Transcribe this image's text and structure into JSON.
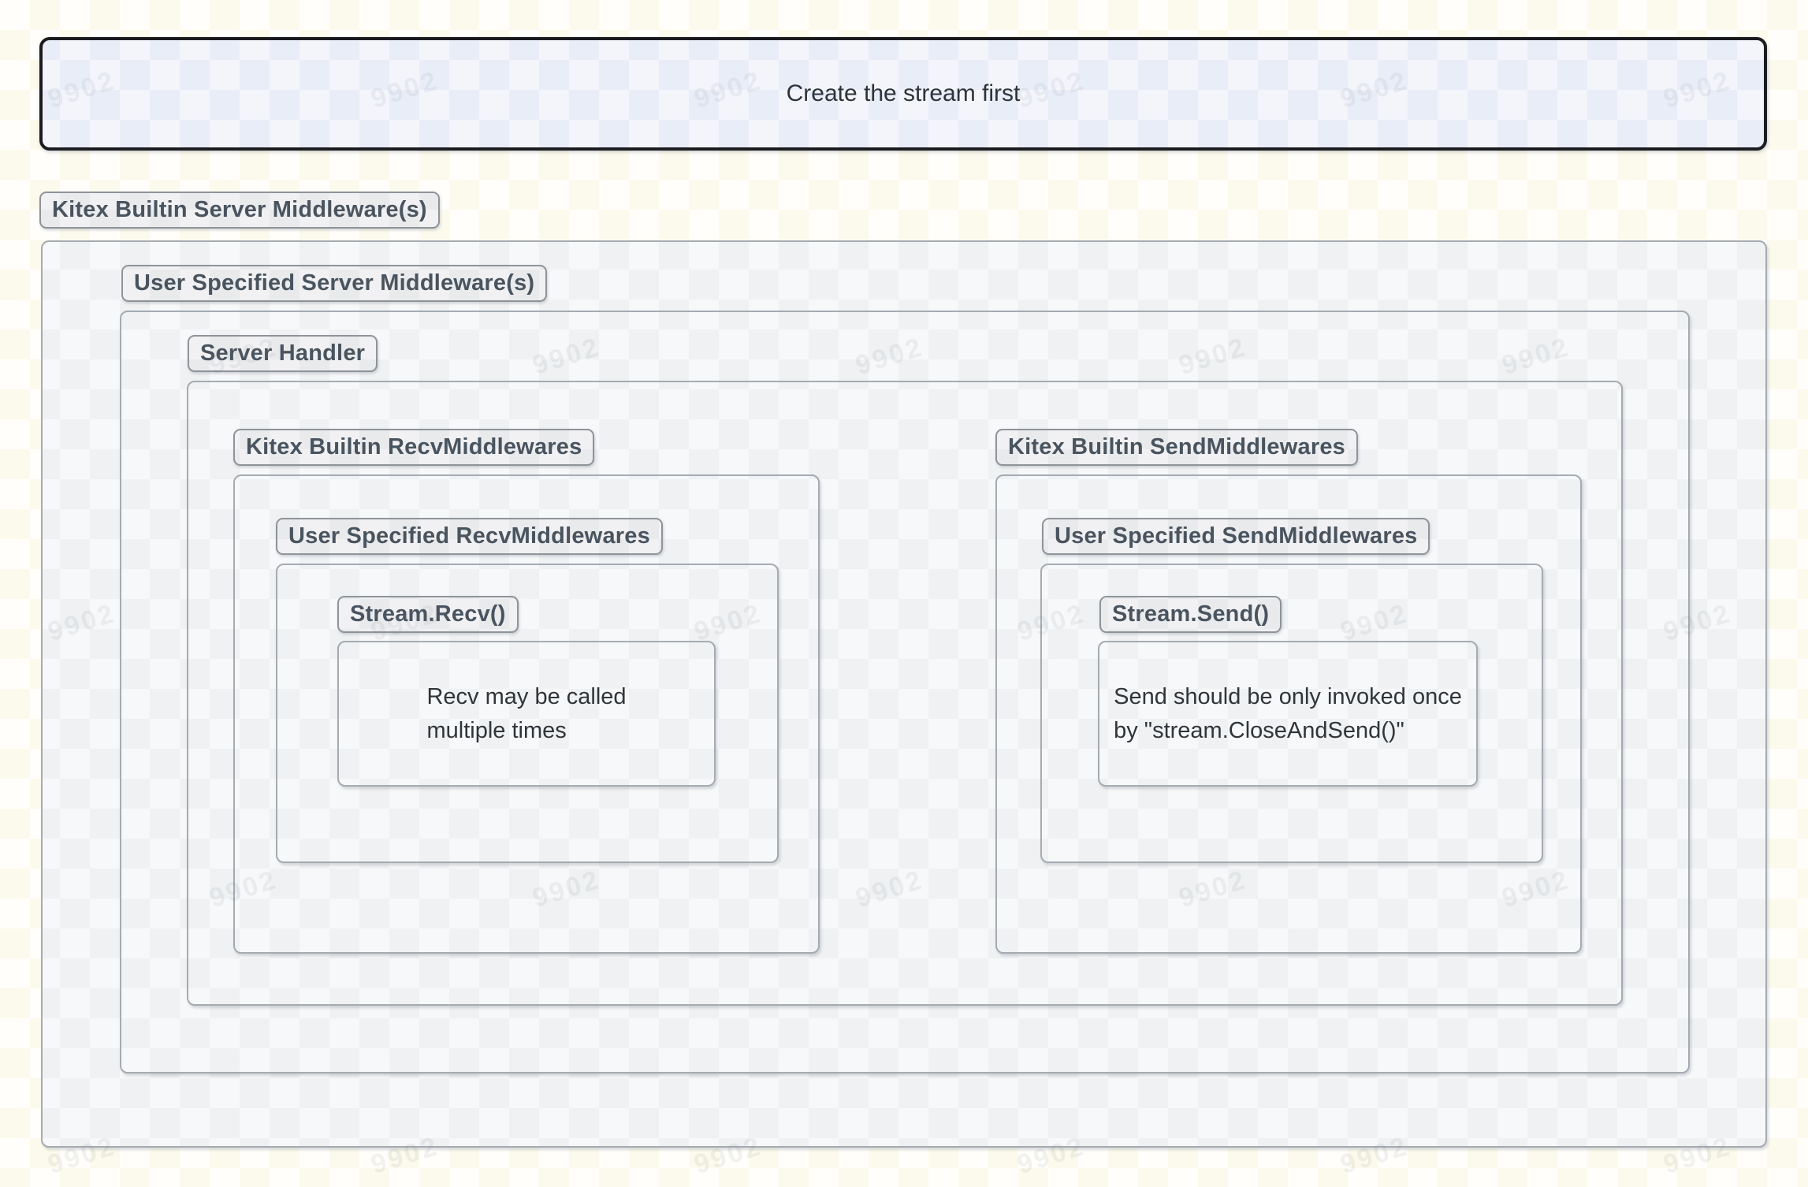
{
  "banner": {
    "label": "Create the stream first"
  },
  "layers": {
    "builtin_server": {
      "label": "Kitex Builtin Server Middleware(s)"
    },
    "user_server": {
      "label": "User Specified Server Middleware(s)"
    },
    "server_handler": {
      "label": "Server Handler"
    },
    "recv": {
      "builtin": {
        "label": "Kitex Builtin RecvMiddlewares"
      },
      "user": {
        "label": "User Specified RecvMiddlewares"
      },
      "stream_call": {
        "label": "Stream.Recv()"
      },
      "note": "Recv may be called\nmultiple times"
    },
    "send": {
      "builtin": {
        "label": "Kitex Builtin SendMiddlewares"
      },
      "user": {
        "label": "User Specified SendMiddlewares"
      },
      "stream_call": {
        "label": "Stream.Send()"
      },
      "note": "Send should be only invoked once\nby \"stream.CloseAndSend()\""
    }
  },
  "watermark": {
    "text": "9902"
  },
  "colors": {
    "banner_fill": "#e9edf8",
    "banner_border": "#1b1b20",
    "badge_fill": "#e9eaec",
    "badge_border": "#8e9499",
    "badge_text": "#49545f",
    "box_fill": "#eff1f2",
    "box_border": "#a5abb1",
    "note_text": "#30353a",
    "page_checker": "#fffefb"
  }
}
